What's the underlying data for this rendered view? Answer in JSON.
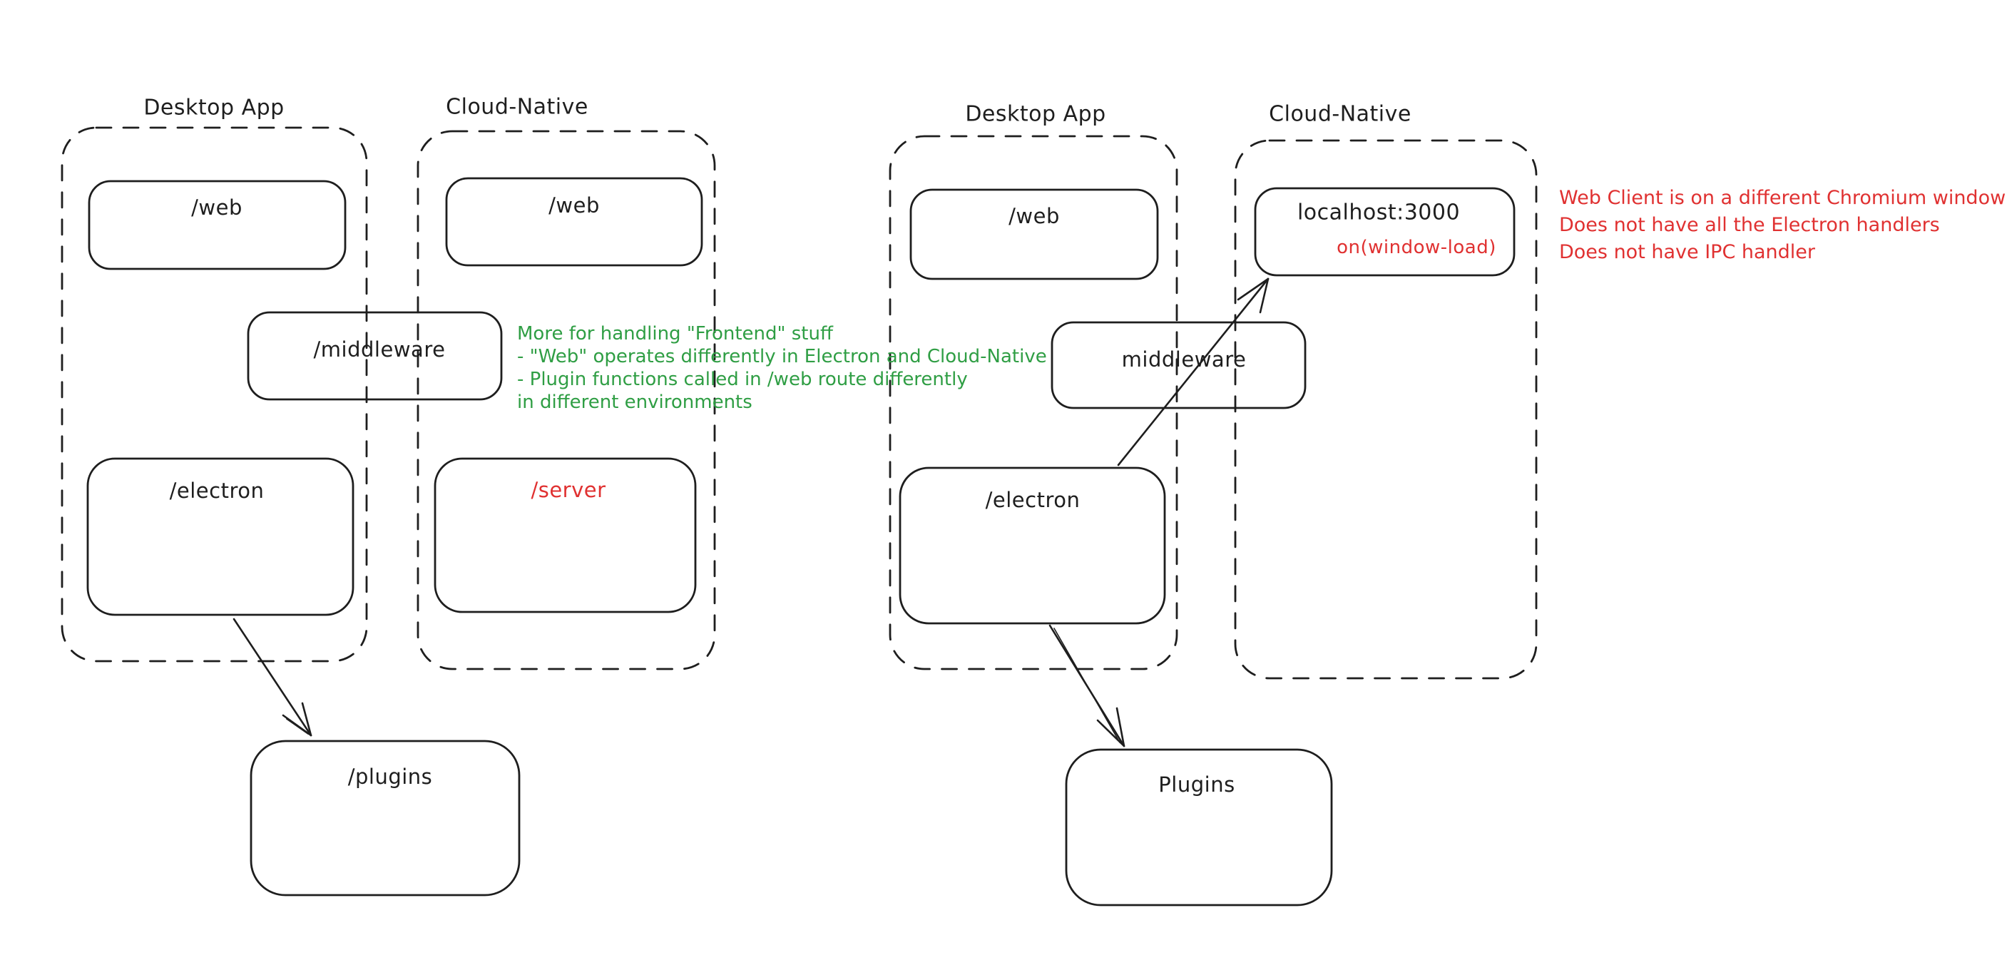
{
  "colors": {
    "stroke": "#1e1e1e",
    "annotation_green": "#2f9e44",
    "annotation_red": "#e03131",
    "background": "#ffffff"
  },
  "left_diagram": {
    "desktop_group_label": "Desktop App",
    "cloud_group_label": "Cloud-Native",
    "web_desktop_label": "/web",
    "web_cloud_label": "/web",
    "middleware_label": "/middleware",
    "electron_label": "/electron",
    "server_label": "/server",
    "plugins_label": "/plugins",
    "annotation_lines": [
      "More for handling \"Frontend\" stuff",
      "- \"Web\" operates differently in Electron and Cloud-Native",
      "- Plugin functions called in /web route differently",
      "in different environments"
    ]
  },
  "right_diagram": {
    "desktop_group_label": "Desktop App",
    "cloud_group_label": "Cloud-Native",
    "web_desktop_label": "/web",
    "localhost_title": "localhost:3000",
    "localhost_event_label": "on(window-load)",
    "middleware_label": "middleware",
    "electron_label": "/electron",
    "plugins_label": "Plugins",
    "annotation_lines": [
      "Web Client is on a different Chromium window",
      "Does not have all the Electron handlers",
      "Does not have IPC handler"
    ]
  }
}
